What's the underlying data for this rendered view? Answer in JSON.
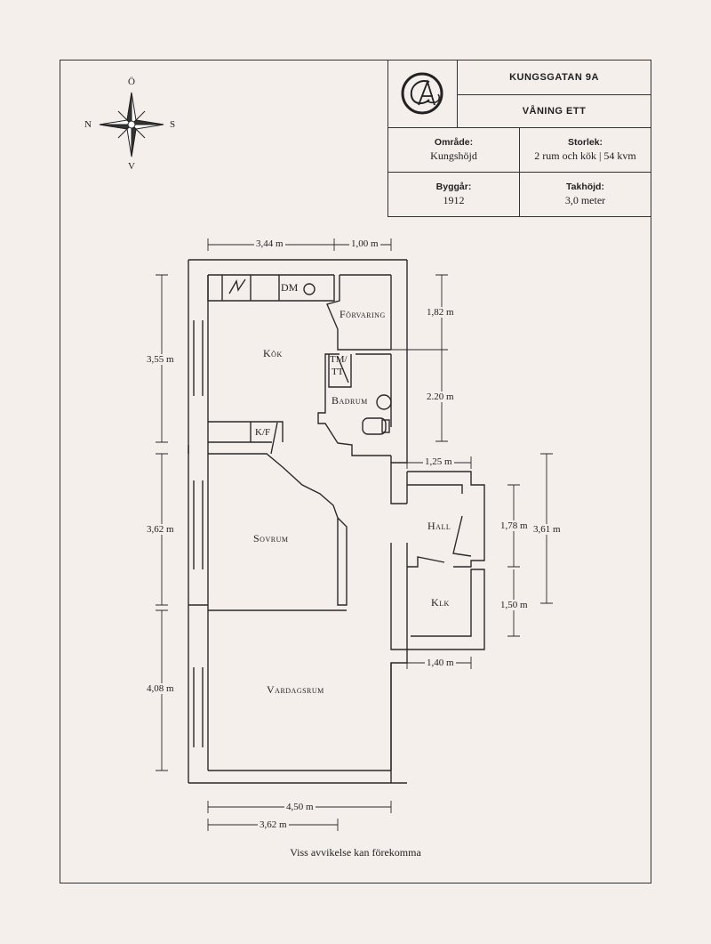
{
  "title_block": {
    "address": "KUNGSGATAN 9A",
    "floor": "VÅNING ETT",
    "area_label": "Område:",
    "area_value": "Kungshöjd",
    "size_label": "Storlek:",
    "size_value": "2 rum och kök | 54 kvm",
    "built_label": "Byggår:",
    "built_value": "1912",
    "ceiling_label": "Takhöjd:",
    "ceiling_value": "3,0 meter",
    "logo_icon": "ca-monogram-logo-icon"
  },
  "compass": {
    "north": "N",
    "south": "S",
    "east": "Ö",
    "west": "V"
  },
  "rooms": {
    "kitchen": "Kök",
    "storage": "Förvaring",
    "dishwasher": "DM",
    "washer_dryer": "TM/\nTT",
    "washer_line1": "TM/",
    "washer_line2": "TT",
    "bathroom": "Badrum",
    "fridge_freezer": "K/F",
    "bedroom": "Sovrum",
    "hall": "Hall",
    "closet": "Klk",
    "living_room": "Vardagsrum"
  },
  "dimensions": {
    "top_kitchen_width": "3,44 m",
    "top_storage_width": "1,00 m",
    "kitchen_height": "3,55 m",
    "storage_height": "1,82 m",
    "bathroom_height": "2.20 m",
    "hall_top_width": "1,25 m",
    "bedroom_height": "3,62 m",
    "hall_height": "1,78 m",
    "hall_total_height": "3,61 m",
    "closet_height": "1,50 m",
    "closet_width": "1,40 m",
    "living_height": "4,08 m",
    "living_width": "4,50 m",
    "bottom_width": "3,62 m"
  },
  "note": "Viss avvikelse kan förekomma"
}
